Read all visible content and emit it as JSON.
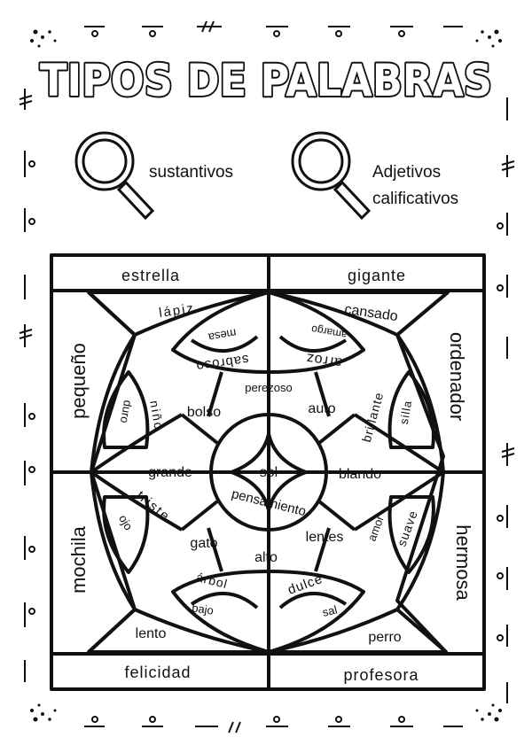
{
  "title": "TIPOS DE PALABRAS",
  "legend": {
    "nouns_label": "sustantivos",
    "adjectives_label_line1": "Adjetivos",
    "adjectives_label_line2": "calificativos"
  },
  "icons": [
    "magnifier-icon",
    "magnifier-icon"
  ],
  "words": {
    "top_left": "estrella",
    "top_right": "gigante",
    "bottom_left": "felicidad",
    "bottom_right": "profesora",
    "left_upper": "pequeño",
    "left_lower": "mochila",
    "right_upper": "ordenador",
    "right_lower": "hermosa",
    "lapiz": "lápiz",
    "mesa": "mesa",
    "sabroso": "sabroso",
    "cansado": "cansado",
    "amargo": "amargo",
    "arroz": "arroz",
    "duro": "duro",
    "nino": "niño",
    "bolso": "bolso",
    "perezoso": "perezoso",
    "auto": "auto",
    "brillante": "brillante",
    "silla": "silla",
    "grande": "grande",
    "sol": "sol",
    "blando": "blando",
    "pensamiento": "pensamiento",
    "triste": "triste",
    "ojo": "ojo",
    "gato": "gato",
    "alto": "alto",
    "lentes": "lentes",
    "amor": "amor",
    "suave": "suave",
    "arbol": "árbol",
    "bajo": "bajo",
    "dulce": "dulce",
    "sal": "sal",
    "lento": "lento",
    "perro": "perro"
  }
}
